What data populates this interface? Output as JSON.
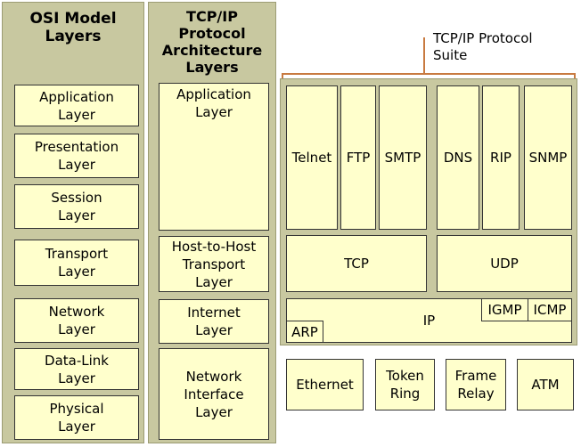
{
  "osi": {
    "title": "OSI Model\nLayers",
    "layers": [
      "Application\nLayer",
      "Presentation\nLayer",
      "Session\nLayer",
      "Transport\nLayer",
      "Network\nLayer",
      "Data-Link\nLayer",
      "Physical\nLayer"
    ]
  },
  "tcpip": {
    "title": "TCP/IP\nProtocol\nArchitecture\nLayers",
    "layers": [
      "Application\nLayer",
      "Host-to-Host\nTransport\nLayer",
      "Internet\nLayer",
      "Network\nInterface\nLayer"
    ]
  },
  "suite": {
    "label": "TCP/IP Protocol\nSuite",
    "application": [
      "Telnet",
      "FTP",
      "SMTP",
      "DNS",
      "RIP",
      "SNMP"
    ],
    "transport": [
      "TCP",
      "UDP"
    ],
    "internet": {
      "ip": "IP",
      "igmp": "IGMP",
      "icmp": "ICMP",
      "arp": "ARP"
    },
    "network": [
      "Ethernet",
      "Token\nRing",
      "Frame\nRelay",
      "ATM"
    ]
  },
  "colors": {
    "panel": "#c8c8a0",
    "box": "#ffffcc",
    "brace": "#c87a40"
  }
}
